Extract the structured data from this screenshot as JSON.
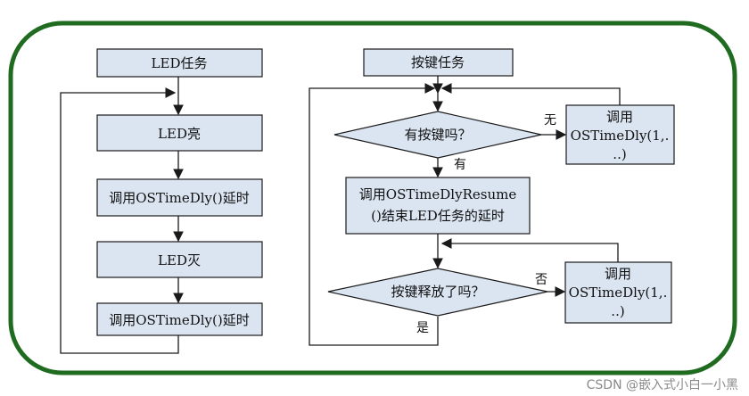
{
  "left_flow": {
    "title": "LED任务",
    "step1": "LED亮",
    "step2": "调用OSTimeDly()延时",
    "step3": "LED灭",
    "step4": "调用OSTimeDly()延时"
  },
  "right_flow": {
    "title": "按键任务",
    "decision1": "有按键吗？",
    "decision1_no": "无",
    "decision1_yes": "有",
    "side1_line1": "调用",
    "side1_line2": "OSTimeDly(1,.",
    "side1_line3": "..)",
    "action_line1": "调用OSTimeDlyResume",
    "action_line2": "()结束LED任务的延时",
    "decision2": "按键释放了吗？",
    "decision2_no": "否",
    "decision2_yes": "是",
    "side2_line1": "调用",
    "side2_line2": "OSTimeDly(1,.",
    "side2_line3": "..)"
  },
  "watermark": "CSDN @嵌入式小白一小黑",
  "colors": {
    "frame": "#1f6b1f",
    "box_fill": "#dbe5f1",
    "line": "#1a1a1a"
  }
}
